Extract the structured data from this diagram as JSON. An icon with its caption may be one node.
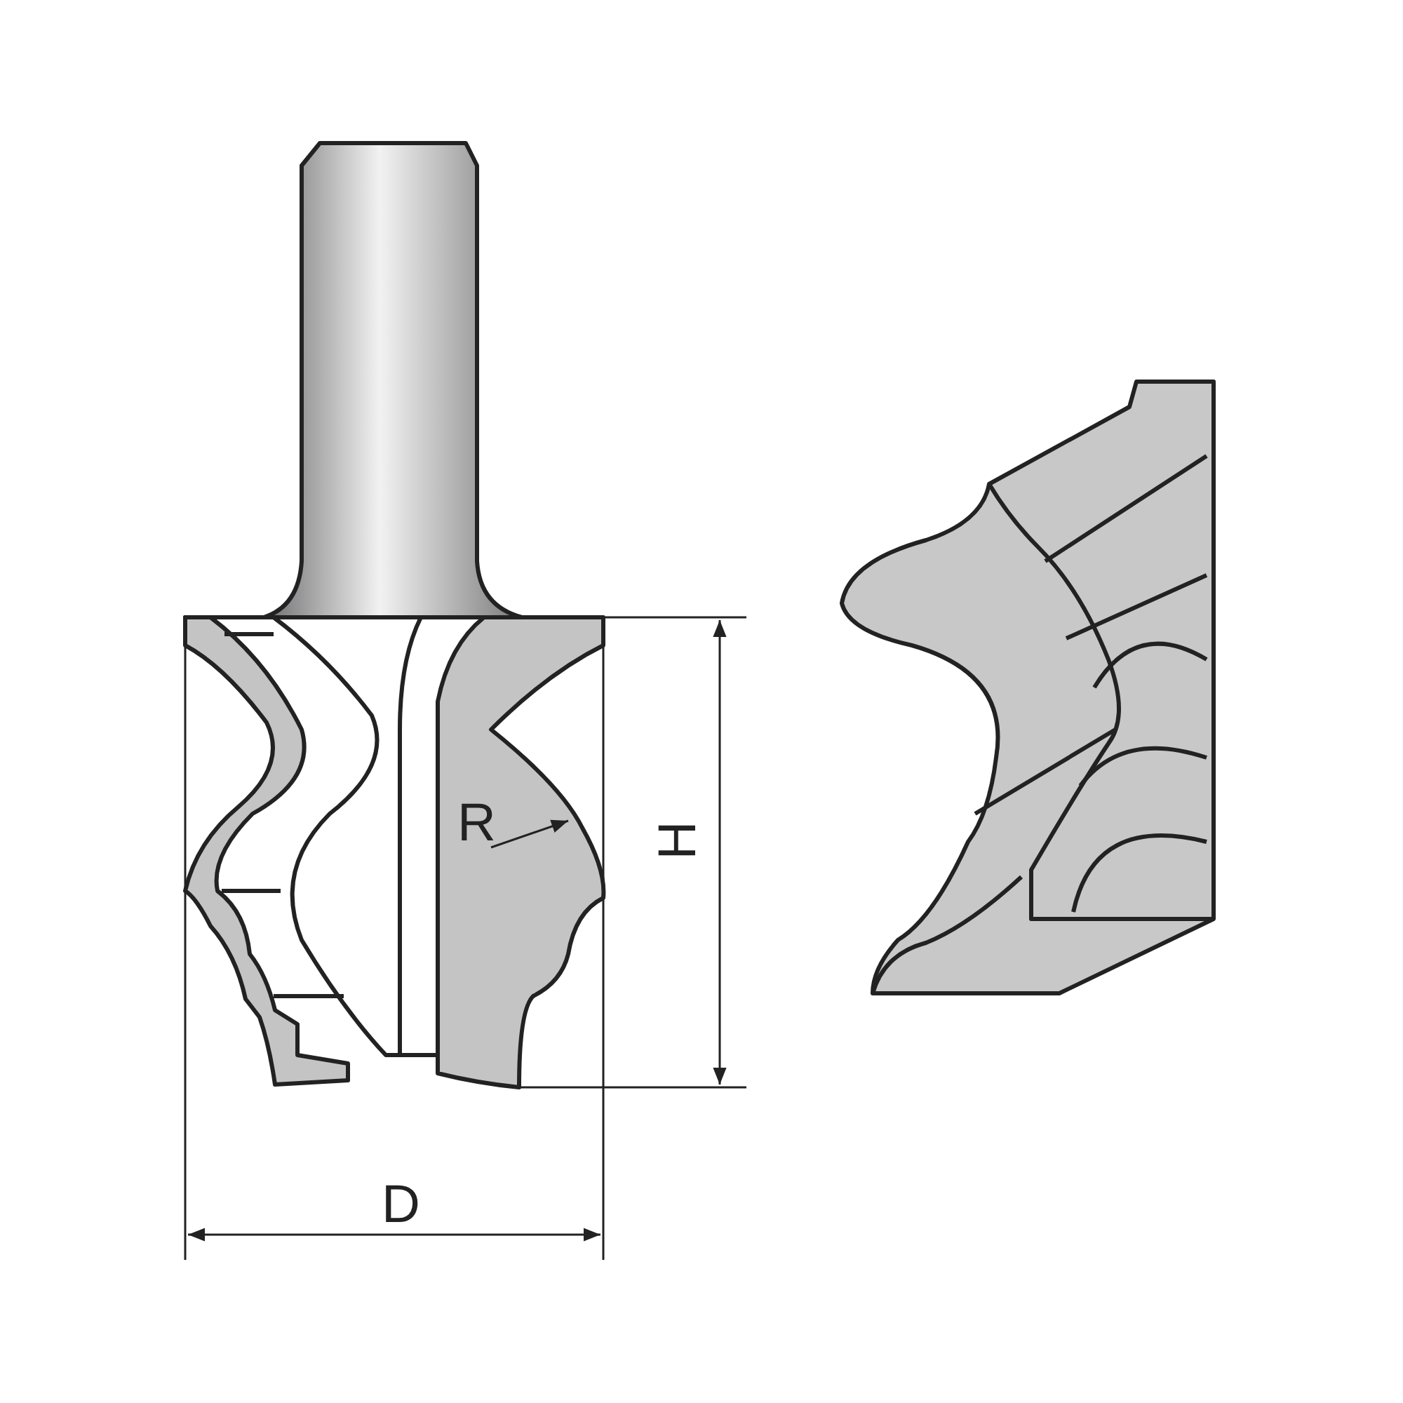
{
  "diagram": {
    "labels": [
      "R",
      "H",
      "D"
    ]
  }
}
